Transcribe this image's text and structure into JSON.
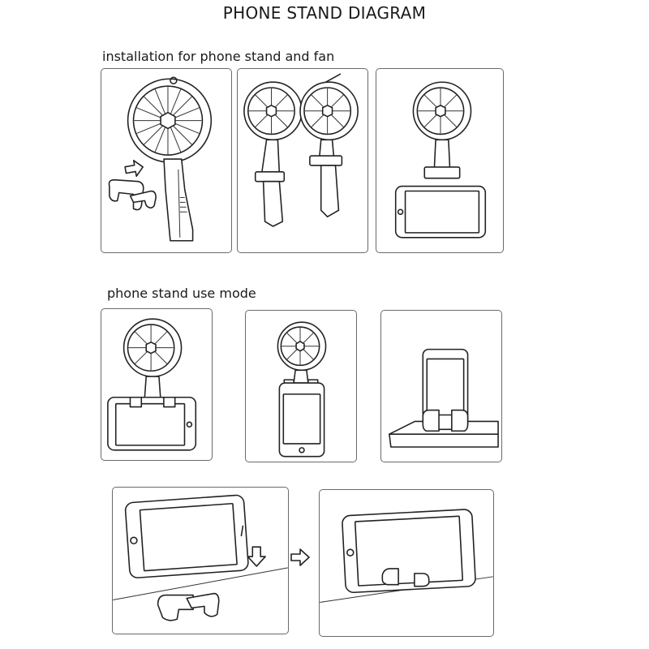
{
  "title": "PHONE STAND DIAGRAM",
  "sections": {
    "installation_label": "installation for phone stand and fan",
    "use_mode_label": "phone stand use mode"
  },
  "icons": {
    "arrow_down": "arrow-down-icon",
    "arrow_right": "arrow-right-icon",
    "arrow_left": "arrow-left-icon"
  },
  "colors": {
    "ink": "#222222",
    "panel_border": "#6a6a6a",
    "background": "#ffffff"
  }
}
